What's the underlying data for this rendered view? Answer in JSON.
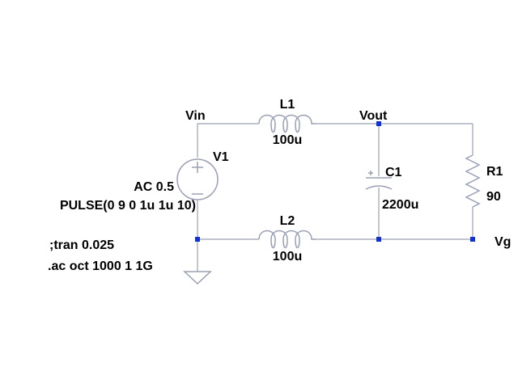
{
  "colors": {
    "wire": "#9aa0b4",
    "node": "#1030d8",
    "text": "#000000",
    "background": "#ffffff"
  },
  "nets": {
    "vin": "Vin",
    "vout": "Vout",
    "vg": "Vg"
  },
  "components": {
    "v1": {
      "name": "V1",
      "ac": "AC 0.5",
      "pulse": "PULSE(0 9 0 1u 1u 10)"
    },
    "l1": {
      "name": "L1",
      "value": "100u"
    },
    "l2": {
      "name": "L2",
      "value": "100u"
    },
    "c1": {
      "name": "C1",
      "value": "2200u"
    },
    "r1": {
      "name": "R1",
      "value": "90"
    }
  },
  "directives": {
    "tran": ";tran 0.025",
    "ac": ".ac oct 1000 1 1G"
  }
}
